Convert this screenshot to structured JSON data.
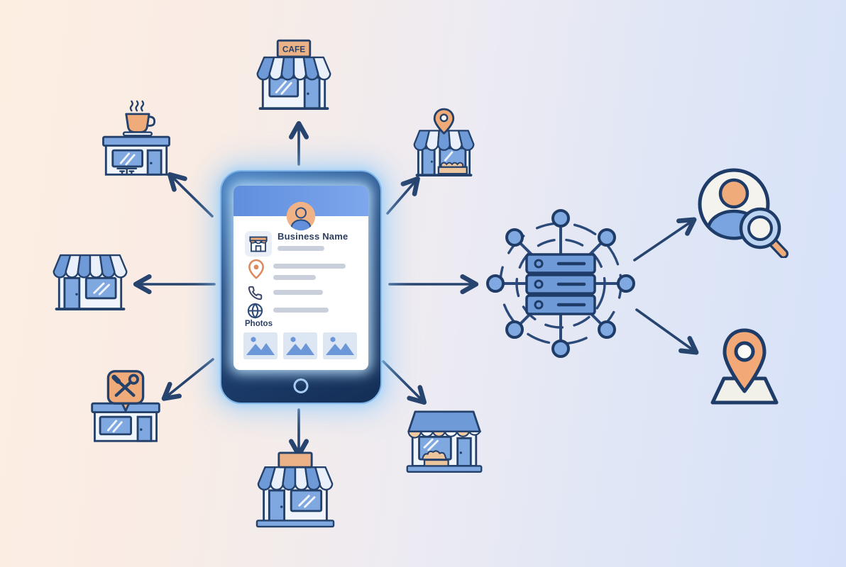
{
  "description": "Illustrated diagram: a business profile on a tablet syndicates listing data through a server network hub to customer-search and map-location services, and out to many local storefronts",
  "palette": {
    "background_left": "#fdeee2",
    "background_right": "#d6e1f8",
    "outline_navy": "#24416b",
    "arrow_navy": "#27446f",
    "primary_blue": "#6f9ad8",
    "light_blue": "#dce8f7",
    "accent_peach": "#f0ab7a",
    "sign_orange": "#ecb287",
    "placeholder_gray": "#c9cfdb",
    "tablet_glow": "#96cdfa"
  },
  "tablet": {
    "id": "business-profile-tablet",
    "business_name": "Business Name",
    "photos_label": "Photos",
    "photo_count": 3,
    "detail_rows": [
      {
        "icon": "storefront-icon",
        "placeholder_lines": 1
      },
      {
        "icon": "location-pin-icon",
        "placeholder_lines": 2
      },
      {
        "icon": "phone-icon",
        "placeholder_lines": 1
      },
      {
        "icon": "globe-icon",
        "placeholder_lines": 1
      }
    ]
  },
  "stores": {
    "cafe": {
      "id": "cafe-storefront",
      "sign": "CAFE",
      "icon": "cafe-storefront-icon"
    },
    "coffee_shop": {
      "id": "coffee-shop-storefront",
      "icon": "coffee-shop-icon"
    },
    "left_store": {
      "id": "awning-storefront-left",
      "icon": "awning-storefront-icon"
    },
    "repair_shop": {
      "id": "repair-shop-storefront",
      "icon": "repair-shop-icon"
    },
    "bottom_store": {
      "id": "sign-storefront-bottom",
      "icon": "sign-storefront-icon"
    },
    "bakery": {
      "id": "bakery-storefront",
      "icon": "bakery-storefront-icon"
    },
    "pinned_store": {
      "id": "pinned-storefront",
      "icon": "pinned-storefront-icon"
    }
  },
  "hub": {
    "id": "server-network-hub",
    "icon": "server-network-icon",
    "server_count": 3,
    "node_count": 8,
    "dashed_rings": 2
  },
  "outputs": {
    "customer_search": {
      "id": "customer-search",
      "icon": "customer-search-icon"
    },
    "map_location": {
      "id": "map-location",
      "icon": "map-location-pin-icon"
    }
  },
  "connections": [
    {
      "from": "business-profile-tablet",
      "to": "cafe-storefront"
    },
    {
      "from": "business-profile-tablet",
      "to": "coffee-shop-storefront"
    },
    {
      "from": "business-profile-tablet",
      "to": "awning-storefront-left"
    },
    {
      "from": "business-profile-tablet",
      "to": "repair-shop-storefront"
    },
    {
      "from": "business-profile-tablet",
      "to": "sign-storefront-bottom"
    },
    {
      "from": "business-profile-tablet",
      "to": "bakery-storefront"
    },
    {
      "from": "business-profile-tablet",
      "to": "pinned-storefront"
    },
    {
      "from": "business-profile-tablet",
      "to": "server-network-hub"
    },
    {
      "from": "server-network-hub",
      "to": "customer-search"
    },
    {
      "from": "server-network-hub",
      "to": "map-location"
    }
  ]
}
